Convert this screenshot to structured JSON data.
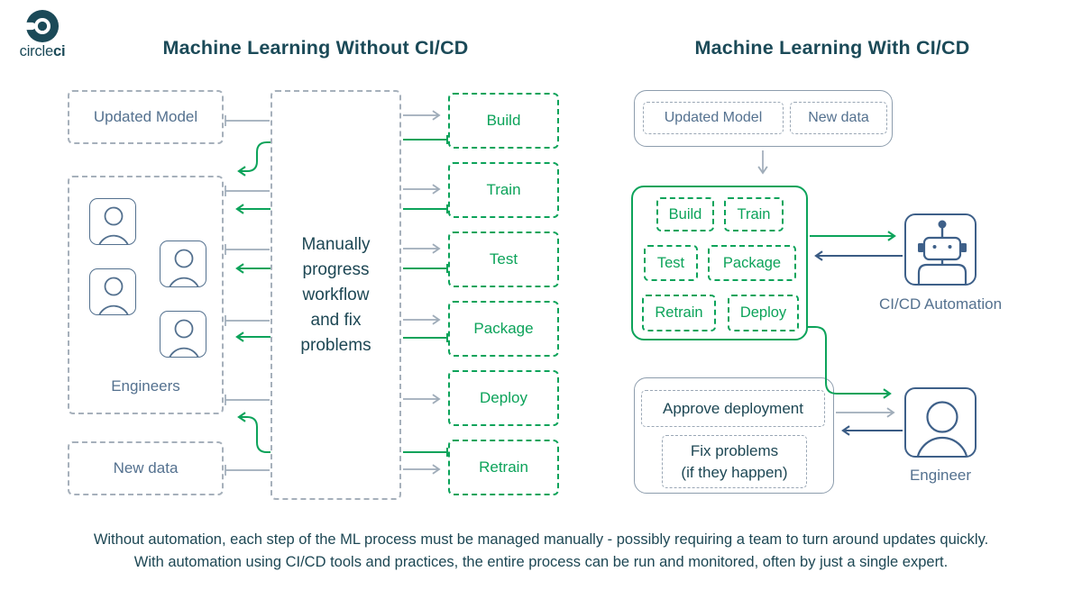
{
  "brand": {
    "wordmark_regular": "circle",
    "wordmark_bold": "ci"
  },
  "left": {
    "title": "Machine Learning Without CI/CD",
    "updated_model_label": "Updated Model",
    "engineers_label": "Engineers",
    "new_data_label": "New data",
    "manual_lines": [
      "Manually",
      "progress",
      "workflow",
      "and fix",
      "problems"
    ],
    "steps": [
      "Build",
      "Train",
      "Test",
      "Package",
      "Deploy",
      "Retrain"
    ]
  },
  "right": {
    "title": "Machine Learning With CI/CD",
    "input_labels": [
      "Updated Model",
      "New data"
    ],
    "pipeline_rows": [
      [
        "Build",
        "Train"
      ],
      [
        "Test",
        "Package"
      ],
      [
        "Retrain",
        "Deploy"
      ]
    ],
    "automation_label": "CI/CD Automation",
    "approve_label": "Approve deployment",
    "fix_lines": [
      "Fix problems",
      "(if they happen)"
    ],
    "engineer_label": "Engineer"
  },
  "caption": {
    "line1": "Without automation, each step of the ML process must be managed manually - possibly requiring a team to turn around updates quickly.",
    "line2": "With automation using CI/CD tools and practices, the entire process can be run and monitored, often by just a single expert."
  },
  "colors": {
    "dark_teal": "#1B4A58",
    "slate_label": "#54718F",
    "green": "#0CA35A",
    "gray_connector": "#9FACB9",
    "blue_arrow": "#3A5B84",
    "dashed_gray_border": "#A6B0BB",
    "solid_container_border": "#8D9DAD",
    "icon_border": "#3E6089"
  }
}
